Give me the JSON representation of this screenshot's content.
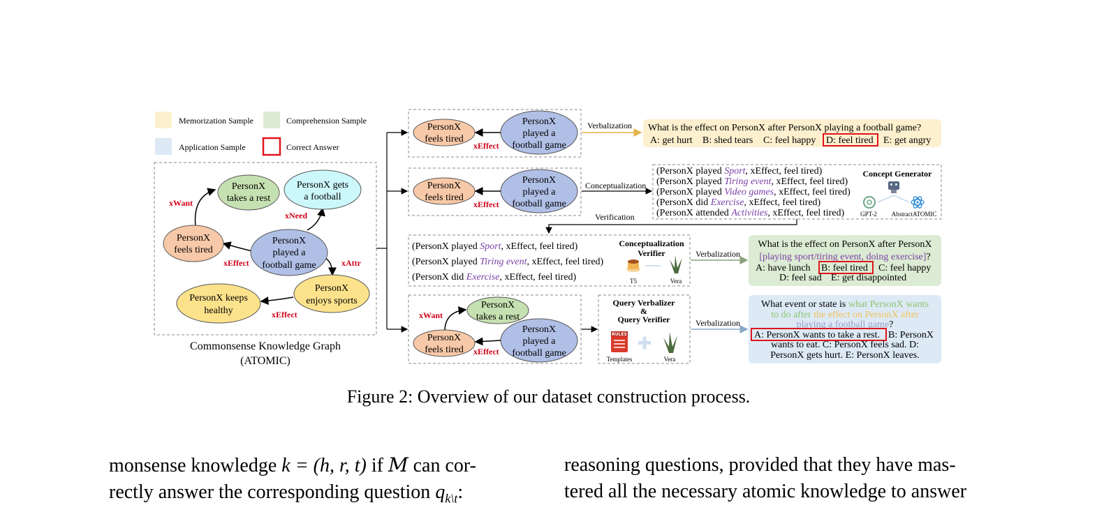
{
  "legend": {
    "memorization": "Memorization Sample",
    "comprehension": "Comprehension Sample",
    "application": "Application Sample",
    "correct": "Correct Answer"
  },
  "colors": {
    "memorization": "#fdf0cf",
    "comprehension": "#dcebd3",
    "application": "#dde9f5",
    "correct": "#e0151b",
    "node_blue": "#b0bfe6",
    "node_orange": "#f8c9a8",
    "node_green": "#c6e1b1",
    "node_cyan": "#ccf7fb",
    "node_yellow": "#fde28c",
    "concept_purple": "#7a3fa6"
  },
  "graph": {
    "caption_line1": "Commonsense Knowledge Graph",
    "caption_line2": "(ATOMIC)",
    "n_rest_1": "PersonX",
    "n_rest_2": "takes a rest",
    "n_football_1": "PersonX gets",
    "n_football_2": "a football",
    "n_tired_1": "PersonX",
    "n_tired_2": "feels tired",
    "n_played_1": "PersonX",
    "n_played_2": "played a",
    "n_played_3": "football game",
    "n_healthy_1": "PersonX keeps",
    "n_healthy_2": "healthy",
    "n_sports_1": "PersonX",
    "n_sports_2": "enjoys sports",
    "r_xwant": "xWant",
    "r_xneed": "xNeed",
    "r_xeffect1": "xEffect",
    "r_xattr": "xAttr",
    "r_xeffect2": "xEffect"
  },
  "row1": {
    "arrow_label": "Verbalization",
    "question": "What is the effect on PersonX after PersonX playing a football game?",
    "optA": "A: get hurt",
    "optB": "B: shed tears",
    "optC": "C: feel happy",
    "optD": "D: feel tired",
    "optE": "E: get angry"
  },
  "row2": {
    "arrow_label": "Conceptualization",
    "verify_label": "Verification",
    "t1_pre": "(PersonX played ",
    "t1_c": "Sport",
    "t1_post": ", xEffect, feel tired)",
    "t2_pre": "(PersonX played ",
    "t2_c": "Tiring event",
    "t2_post": ", xEffect, feel tired)",
    "t3_pre": "(PersonX played ",
    "t3_c": "Video games",
    "t3_post": ", xEffect, feel tired)",
    "t4_pre": "(PersonX did ",
    "t4_c": "Exercise",
    "t4_post": ", xEffect, feel tired)",
    "t5_pre": "(PersonX attended ",
    "t5_c": "Activities",
    "t5_post": ", xEffect, feel tired)",
    "gen_title": "Concept Generator",
    "gen_gpt": "GPT-2",
    "gen_abstract": "AbstractATOMIC"
  },
  "row3": {
    "v1_pre": "(PersonX played ",
    "v1_c": "Sport",
    "v1_post": ", xEffect, feel tired)",
    "v2_pre": "(PersonX played ",
    "v2_c": "Tiring event",
    "v2_post": ", xEffect, feel tired)",
    "v3_pre": "(PersonX did ",
    "v3_c": "Exercise",
    "v3_post": ", xEffect, feel tired)",
    "verifier_title1": "Conceptualization",
    "verifier_title2": "Verifier",
    "t5": "T5",
    "vera": "Vera",
    "arrow_label": "Verbalization",
    "q_line1": "What is the effect on PersonX after PersonX",
    "q_line2": "[playing sport/tiring event, doing exercise]",
    "q_line2_end": "?",
    "optA": "A: have lunch",
    "optB": "B: feel tired",
    "optC": "C: feel happy",
    "optD": "D: feel sad",
    "optE": "E: get disappointed"
  },
  "row4": {
    "qv_title1": "Query Verbalizer",
    "qv_title2": "&",
    "qv_title3": "Query Verifier",
    "templates": "Templates",
    "rules": "RULES",
    "vera": "Vera",
    "arrow_label": "Verbalization",
    "q_l1a": "What event or state is ",
    "q_l1b": "what PersonX wants",
    "q_l2a": "to do after ",
    "q_l2b": "the effect on PersonX after",
    "q_l3a": "playing a football game",
    "q_l3b": "?",
    "q_ansA": "A: PersonX wants to take a rest.",
    "q_ansB": "B: PersonX",
    "q_l5": "wants to eat. C: PersonX feels sad. D:",
    "q_l6": "PersonX gets hurt. E: PersonX leaves."
  },
  "caption": "Figure 2: Overview of our dataset construction process.",
  "body": {
    "left_l1_a": "monsense knowledge ",
    "left_l1_math": "k = (h, r, t)",
    "left_l1_b": " if ",
    "left_l1_m": "M",
    "left_l1_c": " can cor-",
    "left_l2_a": "rectly answer the corresponding question ",
    "left_l2_math": "q",
    "left_l2_sub": "k\\t",
    "left_l2_end": ":",
    "right_l1": "reasoning questions, provided that they have mas-",
    "right_l2": "tered all the necessary atomic knowledge to answer"
  }
}
